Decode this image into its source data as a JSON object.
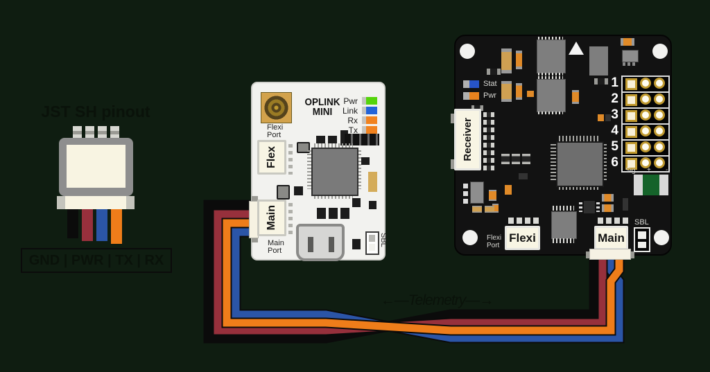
{
  "colors": {
    "background": "#0f1d11",
    "wire_black": "#0b0b0b",
    "wire_red": "#97303c",
    "wire_orange": "#ef7d1a",
    "wire_blue": "#2b55a7",
    "led_green": "#54d40a",
    "led_blue": "#2263d8",
    "led_orange": "#f1821e",
    "stat_blue": "#2754c8",
    "pwr_orange": "#e8821e"
  },
  "jst_pinout": {
    "title": "JST SH pinout",
    "label": "GND | PWR | TX | RX",
    "wires": [
      {
        "name": "GND",
        "color": "#0b0b0b"
      },
      {
        "name": "PWR",
        "color": "#97303c"
      },
      {
        "name": "TX",
        "color": "#2b55a7"
      },
      {
        "name": "RX",
        "color": "#ef7d1a"
      }
    ]
  },
  "oplink": {
    "brand_line1": "OPLINK",
    "brand_line2": "MINI",
    "leds": [
      {
        "name": "Pwr",
        "color": "#54d40a"
      },
      {
        "name": "Link",
        "color": "#2263d8"
      },
      {
        "name": "Rx",
        "color": "#f1821e"
      },
      {
        "name": "Tx",
        "color": "#f1821e"
      }
    ],
    "flexi_port_label": [
      "Flexi",
      "Port"
    ],
    "flex_label": "Flex",
    "main_label": "Main",
    "main_port_label": [
      "Main",
      "Port"
    ],
    "sbl_label": "SBL"
  },
  "cc3d": {
    "stat_label": "Stat",
    "pwr_label": "Pwr",
    "receiver_label": "Receiver",
    "pin_numbers": [
      "1",
      "2",
      "3",
      "4",
      "5",
      "6"
    ],
    "sig_label": "Sig",
    "plus_label": "+",
    "minus_label": "-",
    "flexi_label": "Flexi",
    "flexi_port_label": [
      "Flexi",
      "Port"
    ],
    "main_label": "Main",
    "sbl_label": "SBL"
  },
  "telemetry": {
    "left_arrow": "←—",
    "label": "Telemetry",
    "right_arrow": "—→"
  }
}
